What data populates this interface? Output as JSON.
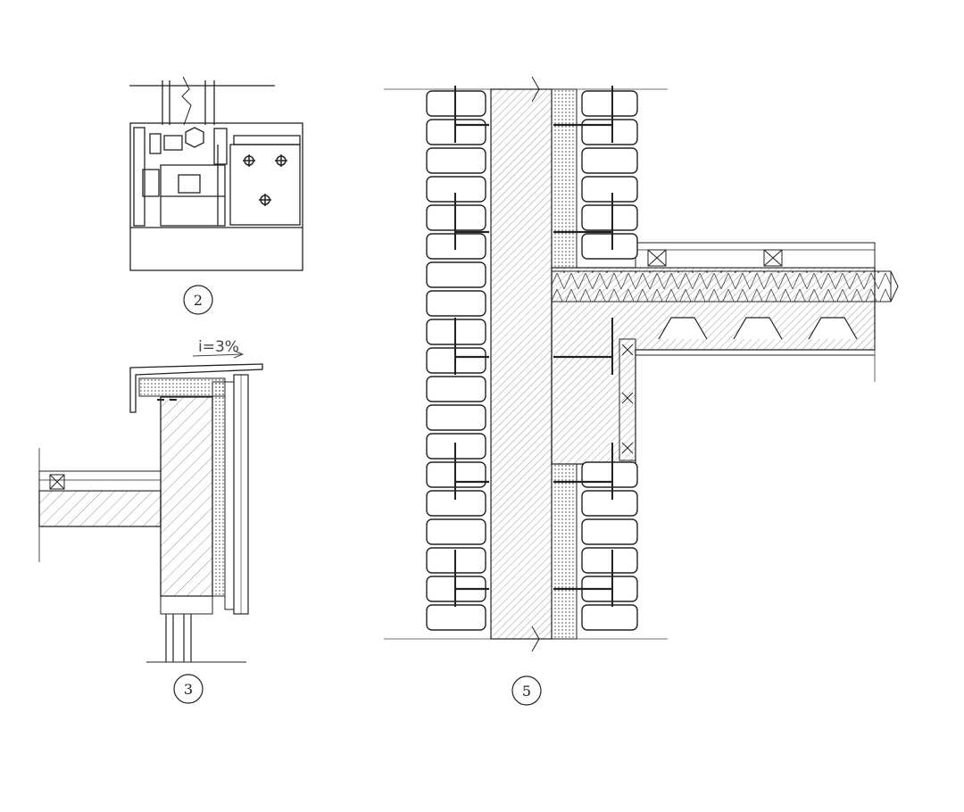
{
  "details": [
    {
      "id": "detail-2",
      "label": "2"
    },
    {
      "id": "detail-3",
      "label": "3",
      "slope_note": "i=3%"
    },
    {
      "id": "detail-5",
      "label": "5"
    }
  ],
  "colors": {
    "line": "#222222",
    "hatch": "#555555",
    "paper": "#ffffff"
  }
}
